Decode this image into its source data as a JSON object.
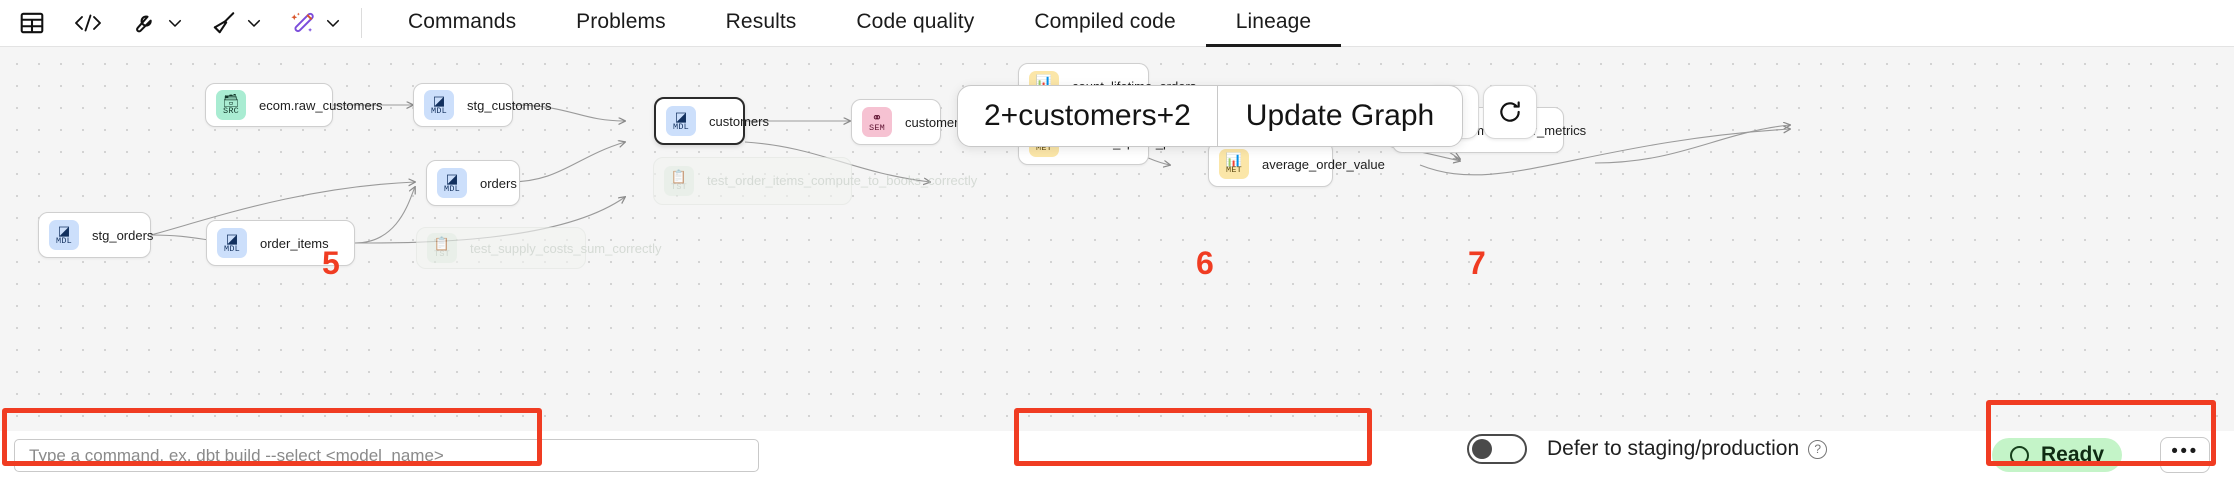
{
  "toolbar": {
    "icons": [
      {
        "name": "table-icon",
        "glyph": "table"
      },
      {
        "name": "code-icon",
        "glyph": "code"
      },
      {
        "name": "wrench-icon",
        "glyph": "wrench"
      },
      {
        "name": "broom-icon",
        "glyph": "broom"
      },
      {
        "name": "magic-wand-icon",
        "glyph": "wand"
      }
    ],
    "tabs": [
      {
        "label": "Commands",
        "active": false
      },
      {
        "label": "Problems",
        "active": false
      },
      {
        "label": "Results",
        "active": false
      },
      {
        "label": "Code quality",
        "active": false
      },
      {
        "label": "Compiled code",
        "active": false
      },
      {
        "label": "Lineage",
        "active": true
      }
    ]
  },
  "graph": {
    "nodes": [
      {
        "label": "ecom.raw_customers",
        "type": "SRC",
        "selected": false,
        "ghost": false
      },
      {
        "label": "stg_customers",
        "type": "MDL",
        "selected": false,
        "ghost": false
      },
      {
        "label": "customers",
        "type": "MDL",
        "selected": true,
        "ghost": false
      },
      {
        "label": "customers",
        "type": "SEM",
        "selected": false,
        "ghost": false
      },
      {
        "label": "count_lifetime_orders",
        "type": "MET",
        "selected": false,
        "ghost": false
      },
      {
        "label": "lifetime_spend_pretax",
        "type": "MET",
        "selected": false,
        "ghost": false
      },
      {
        "label": "average_order_value",
        "type": "MET",
        "selected": false,
        "ghost": false
      },
      {
        "label": "customer_order_metrics",
        "type": "SVQ",
        "selected": false,
        "ghost": false
      },
      {
        "label": "orders",
        "type": "MDL",
        "selected": false,
        "ghost": false
      },
      {
        "label": "stg_orders",
        "type": "MDL",
        "selected": false,
        "ghost": false
      },
      {
        "label": "order_items",
        "type": "MDL",
        "selected": false,
        "ghost": false
      },
      {
        "label": "test_order_items_compute_to_books_correctly",
        "type": "TST",
        "selected": false,
        "ghost": true
      },
      {
        "label": "test_supply_costs_sum_correctly",
        "type": "TST",
        "selected": false,
        "ghost": true
      }
    ],
    "badge_codes": {
      "SRC": "SRC",
      "MDL": "MDL",
      "SEM": "SEM",
      "MET": "MET",
      "TST": "TST",
      "SVQ": "SVQ"
    }
  },
  "overlay": {
    "selector_value": "2+customers+2",
    "update_button": "Update Graph"
  },
  "canvas_controls": [
    {
      "name": "fit-view-button",
      "glyph": "expand"
    },
    {
      "name": "reload-graph-button",
      "glyph": "refresh"
    }
  ],
  "bottom": {
    "command_placeholder": "Type a command, ex. dbt build --select <model_name>",
    "command_value": "",
    "defer_label": "Defer to staging/production",
    "defer_enabled": false,
    "help_glyph": "?",
    "status_label": "Ready",
    "more_label": "•••"
  },
  "annotations": {
    "accent_color": "#f03c22",
    "markers": [
      {
        "number": "5",
        "target": "command-input"
      },
      {
        "number": "6",
        "target": "defer-toggle"
      },
      {
        "number": "7",
        "target": "status-ready"
      }
    ]
  }
}
